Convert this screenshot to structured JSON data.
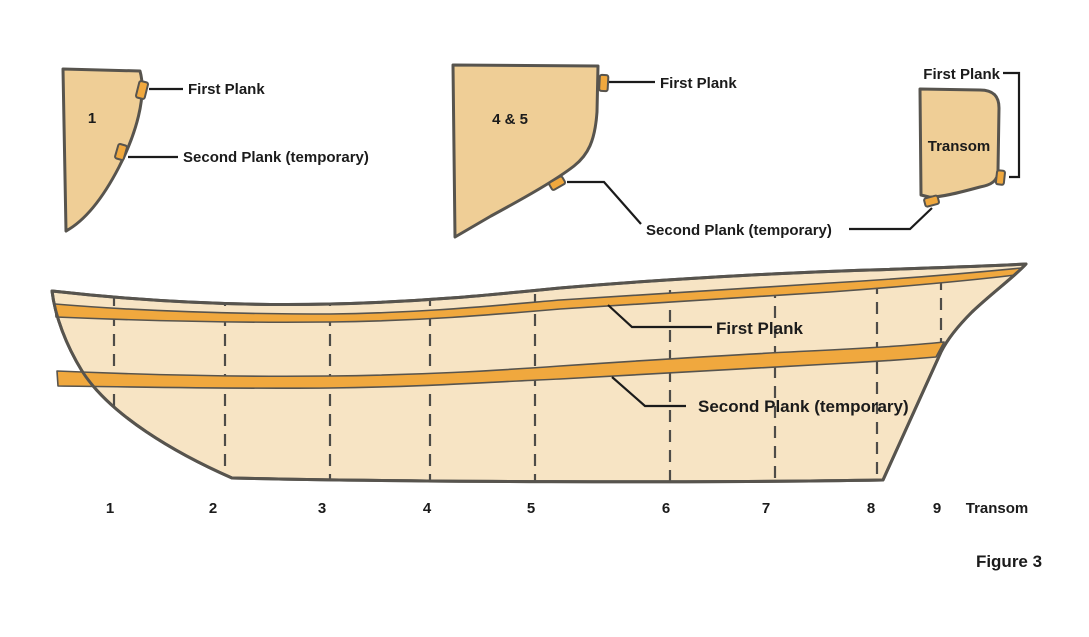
{
  "colors": {
    "frame_fill": "#EFCE96",
    "hull_fill": "#F7E4C4",
    "plank_orange": "#F0A83E",
    "outline_gray": "#57544E",
    "ink": "#1B1B1B"
  },
  "top_sections": {
    "frame1": {
      "label": "1",
      "first_plank_label": "First Plank",
      "second_plank_label": "Second Plank (temporary)"
    },
    "frame45": {
      "label": "4 & 5",
      "first_plank_label": "First Plank",
      "second_plank_label": "Second Plank (temporary)"
    },
    "transom": {
      "label": "Transom",
      "first_plank_label": "First Plank"
    }
  },
  "hull": {
    "first_plank_label": "First Plank",
    "second_plank_label": "Second Plank (temporary)",
    "stations": [
      "1",
      "2",
      "3",
      "4",
      "5",
      "6",
      "7",
      "8",
      "9",
      "Transom"
    ]
  },
  "figure_caption": "Figure 3"
}
